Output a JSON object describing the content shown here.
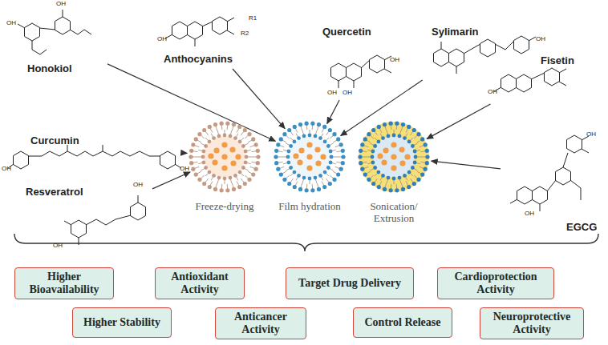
{
  "diagram": {
    "nodes": [
      {
        "text": [
          "Honokiol"
        ]
      },
      {
        "text": [
          "Anthocyanins"
        ]
      },
      {
        "text": [
          "Quercetin"
        ]
      },
      {
        "text": [
          "Sylimarin"
        ]
      },
      {
        "text": [
          "Fisetin"
        ]
      },
      {
        "text": [
          "Curcumin"
        ]
      },
      {
        "text": [
          "Resveratrol"
        ]
      },
      {
        "text": [
          "EGCG"
        ]
      },
      {
        "text": [
          "Freeze-drying"
        ]
      },
      {
        "text": [
          "Film hydration"
        ]
      },
      {
        "text": [
          "Sonication/ Extrusion"
        ]
      },
      {
        "text": [
          "Higher Bioavailability"
        ]
      },
      {
        "text": [
          "Antioxidant Activity"
        ]
      },
      {
        "text": [
          "Target Drug Delivery"
        ]
      },
      {
        "text": [
          "Cardioprotection Activity"
        ]
      },
      {
        "text": [
          "Higher Stability"
        ]
      },
      {
        "text": [
          "Anticancer Activity"
        ]
      },
      {
        "text": [
          "Control Release"
        ]
      },
      {
        "text": [
          "Neuroprotective Activity"
        ]
      }
    ],
    "edges": [
      {
        "from": 0,
        "to": 9,
        "arrow": "to"
      },
      {
        "from": 1,
        "to": 9,
        "arrow": "to"
      },
      {
        "from": 2,
        "to": 9,
        "arrow": "to"
      },
      {
        "from": 3,
        "to": 9,
        "arrow": "to"
      },
      {
        "from": 4,
        "to": 10,
        "arrow": "to"
      },
      {
        "from": 5,
        "to": 8,
        "arrow": "to"
      },
      {
        "from": 6,
        "to": 8,
        "arrow": "to"
      },
      {
        "from": 7,
        "to": 10,
        "arrow": "to"
      }
    ],
    "labels": [
      "OH",
      "OH",
      "R1",
      "R2",
      "OH",
      "OH",
      "OH",
      "OH",
      "OH",
      "OH",
      "OH",
      "OH",
      "OH",
      "OH",
      "OH",
      "OH"
    ]
  }
}
